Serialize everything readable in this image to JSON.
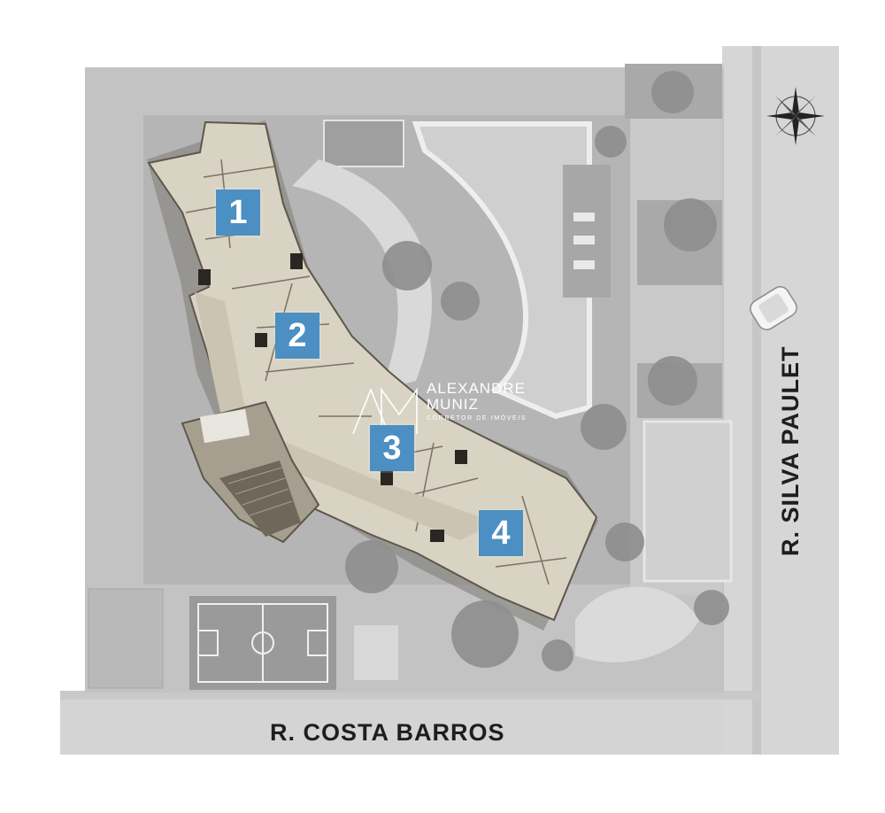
{
  "streets": {
    "bottom": "R. COSTA BARROS",
    "right": "R. SILVA PAULET"
  },
  "units": [
    {
      "number": "1"
    },
    {
      "number": "2"
    },
    {
      "number": "3"
    },
    {
      "number": "4"
    }
  ],
  "watermark": {
    "line1": "ALEXANDRE",
    "line2": "MUNIZ",
    "subtitle": "CORRETOR DE IMÓVEIS"
  },
  "colors": {
    "badge": "#4b8fc3",
    "building": "#d9d3c4",
    "ground": "#bdbdbd",
    "road": "#d3d3d3"
  },
  "icons": {
    "compass": "compass-rose-icon",
    "car": "car-icon",
    "trees": "tree-icon",
    "court": "sports-court-icon"
  }
}
